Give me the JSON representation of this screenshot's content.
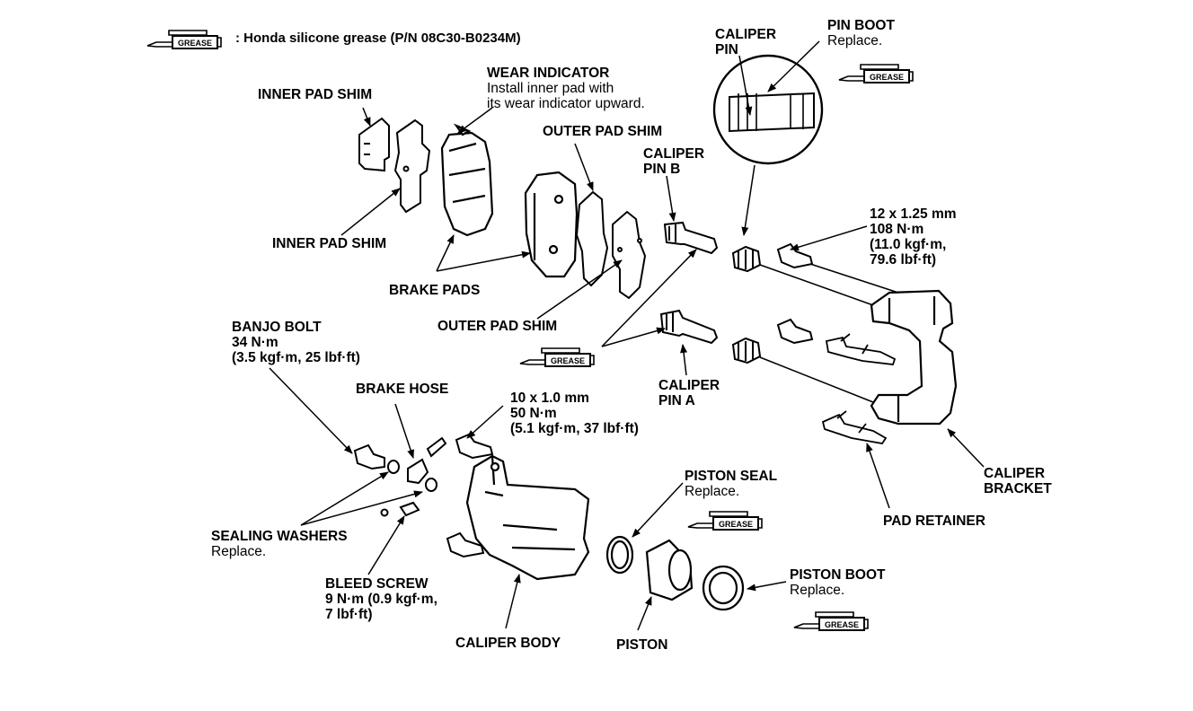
{
  "legend": {
    "text": ": Honda silicone grease (P/N 08C30-B0234M)",
    "icon_label": "GREASE"
  },
  "labels": {
    "wear_indicator": {
      "title": "WEAR INDICATOR",
      "line1": "Install inner pad with",
      "line2": "its wear indicator upward."
    },
    "inner_pad_shim_top": "INNER PAD SHIM",
    "inner_pad_shim_bottom": "INNER PAD SHIM",
    "brake_pads": "BRAKE PADS",
    "outer_pad_shim_top": "OUTER PAD SHIM",
    "outer_pad_shim_bottom": "OUTER PAD SHIM",
    "caliper_pin": {
      "line1": "CALIPER",
      "line2": "PIN"
    },
    "pin_boot": {
      "title": "PIN BOOT",
      "note": "Replace."
    },
    "caliper_pin_b": {
      "line1": "CALIPER",
      "line2": "PIN B"
    },
    "caliper_pin_a": {
      "line1": "CALIPER",
      "line2": "PIN A"
    },
    "torque_12": {
      "line1": "12 x 1.25 mm",
      "line2": "108 N·m",
      "line3": "(11.0 kgf·m,",
      "line4": "79.6 lbf·ft)"
    },
    "banjo_bolt": {
      "title": "BANJO BOLT",
      "line1": "34 N·m",
      "line2": "(3.5 kgf·m, 25 lbf·ft)"
    },
    "brake_hose": "BRAKE HOSE",
    "torque_10": {
      "line1": "10 x 1.0 mm",
      "line2": "50 N·m",
      "line3": "(5.1 kgf·m, 37 lbf·ft)"
    },
    "sealing_washers": {
      "title": "SEALING WASHERS",
      "note": "Replace."
    },
    "bleed_screw": {
      "title": "BLEED SCREW",
      "line1": "9 N·m (0.9 kgf·m,",
      "line2": "7 lbf·ft)"
    },
    "caliper_body": "CALIPER BODY",
    "piston_seal": {
      "title": "PISTON SEAL",
      "note": "Replace."
    },
    "piston": "PISTON",
    "piston_boot": {
      "title": "PISTON BOOT",
      "note": "Replace."
    },
    "caliper_bracket": {
      "line1": "CALIPER",
      "line2": "BRACKET"
    },
    "pad_retainer": "PAD RETAINER"
  }
}
